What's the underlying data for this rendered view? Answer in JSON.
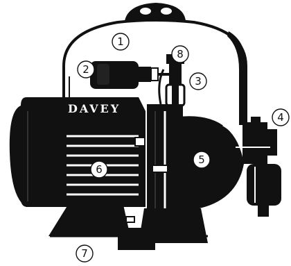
{
  "diagram": {
    "brand_label": "DAVEY",
    "callouts": [
      "1",
      "2",
      "3",
      "4",
      "5",
      "6",
      "7",
      "8"
    ]
  },
  "colors": {
    "ink": "#111111",
    "paper": "#ffffff"
  }
}
